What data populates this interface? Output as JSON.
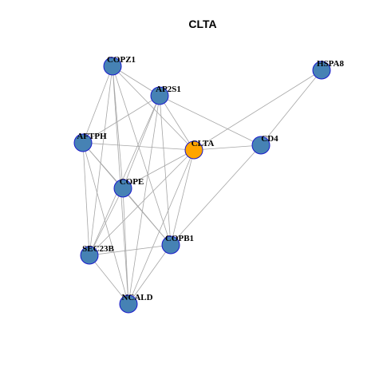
{
  "title": "CLTA",
  "colors": {
    "node": "#4682b4",
    "focus_node": "#ffa500",
    "node_border": "#1a1acc",
    "edge": "#a6a6a6"
  },
  "nodes": [
    {
      "id": "COPZ1",
      "label": "COPZ1",
      "focus": false
    },
    {
      "id": "HSPA8",
      "label": "HSPA8",
      "focus": false
    },
    {
      "id": "AP2S1",
      "label": "AP2S1",
      "focus": false
    },
    {
      "id": "AFTPH",
      "label": "AFTPH",
      "focus": false
    },
    {
      "id": "CLTA",
      "label": "CLTA",
      "focus": true
    },
    {
      "id": "CD4",
      "label": "CD4",
      "focus": false
    },
    {
      "id": "COPE",
      "label": "COPE",
      "focus": false
    },
    {
      "id": "SEC23B",
      "label": "SEC23B",
      "focus": false
    },
    {
      "id": "COPB1",
      "label": "COPB1",
      "focus": false
    },
    {
      "id": "NCALD",
      "label": "NCALD",
      "focus": false
    }
  ],
  "edges": [
    [
      "COPZ1",
      "AP2S1"
    ],
    [
      "COPZ1",
      "CLTA"
    ],
    [
      "COPZ1",
      "AFTPH"
    ],
    [
      "COPZ1",
      "COPE"
    ],
    [
      "COPZ1",
      "SEC23B"
    ],
    [
      "COPZ1",
      "COPB1"
    ],
    [
      "COPZ1",
      "NCALD"
    ],
    [
      "HSPA8",
      "CLTA"
    ],
    [
      "HSPA8",
      "CD4"
    ],
    [
      "AP2S1",
      "AFTPH"
    ],
    [
      "AP2S1",
      "CLTA"
    ],
    [
      "AP2S1",
      "CD4"
    ],
    [
      "AP2S1",
      "COPE"
    ],
    [
      "AP2S1",
      "SEC23B"
    ],
    [
      "AP2S1",
      "COPB1"
    ],
    [
      "AP2S1",
      "NCALD"
    ],
    [
      "AFTPH",
      "CLTA"
    ],
    [
      "AFTPH",
      "COPE"
    ],
    [
      "AFTPH",
      "SEC23B"
    ],
    [
      "AFTPH",
      "COPB1"
    ],
    [
      "AFTPH",
      "NCALD"
    ],
    [
      "CLTA",
      "CD4"
    ],
    [
      "CLTA",
      "COPE"
    ],
    [
      "CLTA",
      "SEC23B"
    ],
    [
      "CLTA",
      "COPB1"
    ],
    [
      "CLTA",
      "NCALD"
    ],
    [
      "CD4",
      "COPB1"
    ],
    [
      "COPE",
      "SEC23B"
    ],
    [
      "COPE",
      "COPB1"
    ],
    [
      "COPE",
      "NCALD"
    ],
    [
      "SEC23B",
      "COPB1"
    ],
    [
      "SEC23B",
      "NCALD"
    ],
    [
      "COPB1",
      "NCALD"
    ]
  ]
}
